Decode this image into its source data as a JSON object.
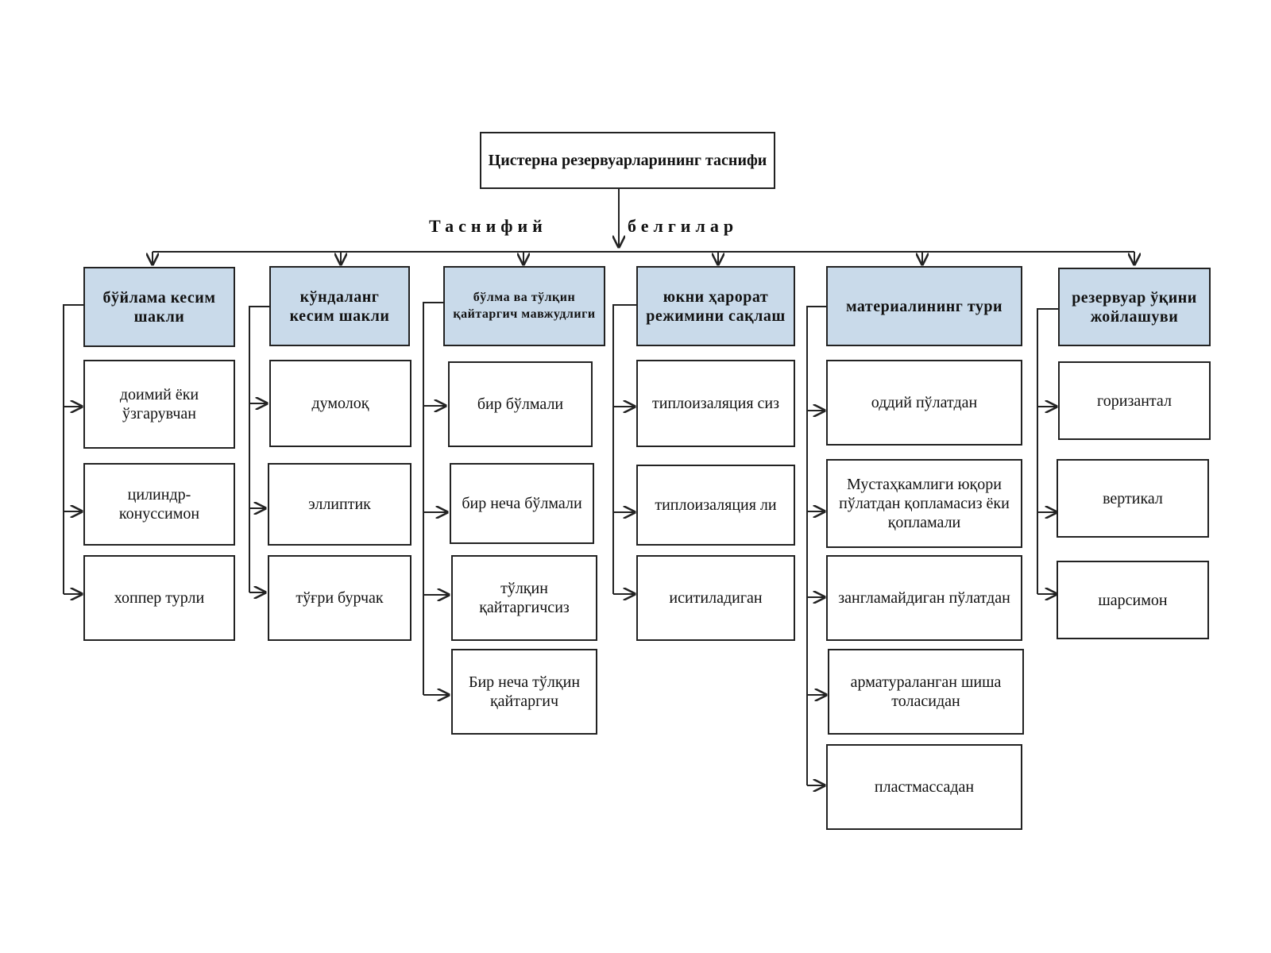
{
  "root": "Цистерна резервуарларининг таснифи",
  "caption_left": "Таснифий",
  "caption_right": "белгилар",
  "columns": [
    {
      "header": "бўйлама кесим шакли",
      "items": [
        "доимий ёки ўзгарувчан",
        "цилиндр-конуссимон",
        "хоппер турли"
      ]
    },
    {
      "header": "кўндаланг кесим шакли",
      "items": [
        "думолоқ",
        "эллиптик",
        "тўғри бурчак"
      ]
    },
    {
      "header": "бўлма ва тўлқин қайтаргич мавжудлиги",
      "items": [
        "бир бўлмали",
        "бир неча бўлмали",
        "тўлқин қайтаргичсиз",
        "Бир неча тўлқин қайтаргич"
      ]
    },
    {
      "header": "юкни ҳарорат режимини сақлаш",
      "items": [
        "типлоизаляция сиз",
        "типлоизаляция ли",
        "иситиладиган"
      ]
    },
    {
      "header": "материалининг тури",
      "items": [
        "оддий пўлатдан",
        "Мустаҳкамлиги юқори пўлатдан қопламасиз ёки қопламали",
        "зангламайдиган пўлатдан",
        "арматураланган шиша толасидан",
        "пластмассадан"
      ]
    },
    {
      "header": "резервуар ўқини жойлашуви",
      "items": [
        "горизантал",
        "вертикал",
        "шарсимон"
      ]
    }
  ],
  "colors": {
    "header_fill": "#c9daea",
    "line": "#222222"
  }
}
